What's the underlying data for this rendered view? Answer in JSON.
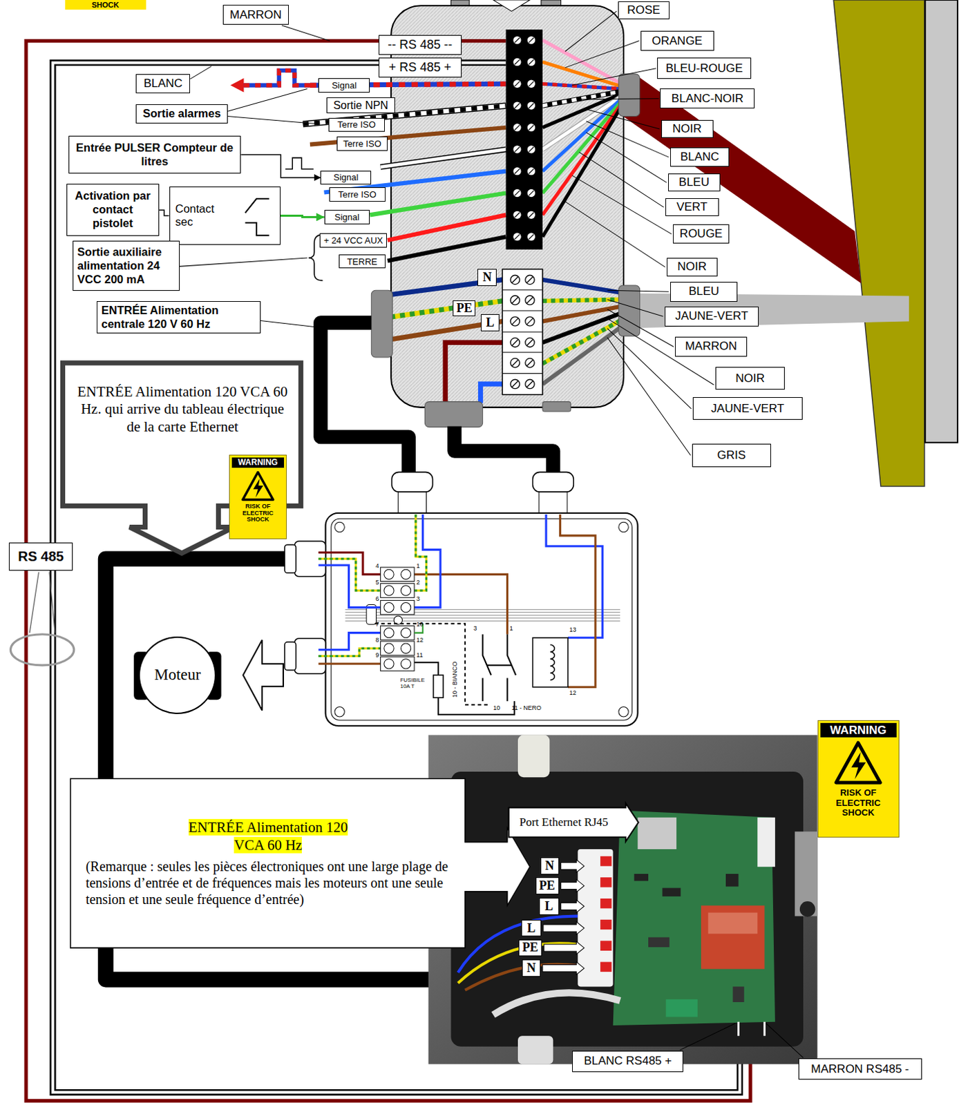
{
  "diagram": {
    "nodes": [
      {
        "text": [
          "MARRON"
        ]
      },
      {
        "text": [
          "ROSE"
        ]
      },
      {
        "text": [
          "-- RS 485 --"
        ]
      },
      {
        "text": [
          "ORANGE"
        ]
      },
      {
        "text": [
          "+ RS 485 +"
        ]
      },
      {
        "text": [
          "BLANC"
        ]
      },
      {
        "text": [
          "BLEU-ROUGE"
        ]
      },
      {
        "text": [
          "Signal"
        ]
      },
      {
        "text": [
          "BLANC-NOIR"
        ]
      },
      {
        "text": [
          "Sortie NPN"
        ]
      },
      {
        "text": [
          "Sortie alarmes"
        ]
      },
      {
        "text": [
          "Terre ISO"
        ]
      },
      {
        "text": [
          "NOIR"
        ]
      },
      {
        "text": [
          "Entrée PULSER Compteur de litres"
        ]
      },
      {
        "text": [
          "Terre ISO"
        ]
      },
      {
        "text": [
          "BLANC"
        ]
      },
      {
        "text": [
          "Signal"
        ]
      },
      {
        "text": [
          "BLEU"
        ]
      },
      {
        "text": [
          "Activation par contact pistolet"
        ]
      },
      {
        "text": [
          "Contact sec"
        ]
      },
      {
        "text": [
          "Terre ISO"
        ]
      },
      {
        "text": [
          "VERT"
        ]
      },
      {
        "text": [
          "Signal"
        ]
      },
      {
        "text": [
          "ROUGE"
        ]
      },
      {
        "text": [
          "+ 24 VCC AUX"
        ]
      },
      {
        "text": [
          "Sortie auxiliaire alimentation 24 VCC 200 mA"
        ]
      },
      {
        "text": [
          "TERRE"
        ]
      },
      {
        "text": [
          "NOIR"
        ]
      },
      {
        "text": [
          "N"
        ]
      },
      {
        "text": [
          "BLEU"
        ]
      },
      {
        "text": [
          "ENTRÉE Alimentation centrale 120 V 60 Hz"
        ]
      },
      {
        "text": [
          "PE"
        ]
      },
      {
        "text": [
          "JAUNE-VERT"
        ]
      },
      {
        "text": [
          "L"
        ]
      },
      {
        "text": [
          "MARRON"
        ]
      },
      {
        "text": [
          "ENTRÉE Alimentation 120 VCA 60 Hz. qui arrive du tableau électrique de la carte Ethernet"
        ]
      },
      {
        "text": [
          "NOIR"
        ]
      },
      {
        "text": [
          "JAUNE-VERT"
        ]
      },
      {
        "text": [
          "GRIS"
        ]
      },
      {
        "text": [
          "WARNING",
          "RISK OF ELECTRIC SHOCK"
        ]
      },
      {
        "text": [
          "RS 485"
        ]
      },
      {
        "text": [
          "Moteur"
        ]
      },
      {
        "text": [
          "ENTRÉE Alimentation 120 VCA 60 Hz",
          "(Remarque : seules les pièces électroniques ont une large plage de tensions d’entrée et de fréquences mais les moteurs ont une seule tension et une seule fréquence d’entrée)"
        ]
      },
      {
        "text": [
          "WARNING",
          "RISK OF ELECTRIC SHOCK"
        ]
      },
      {
        "text": [
          "Port Ethernet RJ45"
        ]
      },
      {
        "text": [
          "N"
        ]
      },
      {
        "text": [
          "PE"
        ]
      },
      {
        "text": [
          "L"
        ]
      },
      {
        "text": [
          "L"
        ]
      },
      {
        "text": [
          "PE"
        ]
      },
      {
        "text": [
          "N"
        ]
      },
      {
        "text": [
          "BLANC RS485 +"
        ]
      },
      {
        "text": [
          "MARRON RS485 -"
        ]
      }
    ],
    "edges": [
      {
        "from": 18,
        "to": 19,
        "arrow": "none"
      },
      {
        "from": 19,
        "to": 22,
        "arrow": "to"
      },
      {
        "from": 13,
        "to": 16,
        "arrow": "to"
      }
    ],
    "labels": [
      "SHOCK",
      "4",
      "5",
      "6",
      "7",
      "8",
      "9",
      "1",
      "2",
      "3",
      "10",
      "12",
      "11",
      "3",
      "1",
      "13",
      "12",
      "10 - BIANCO",
      "FUSIBILE 10A T",
      "10",
      "11 - NERO"
    ]
  }
}
